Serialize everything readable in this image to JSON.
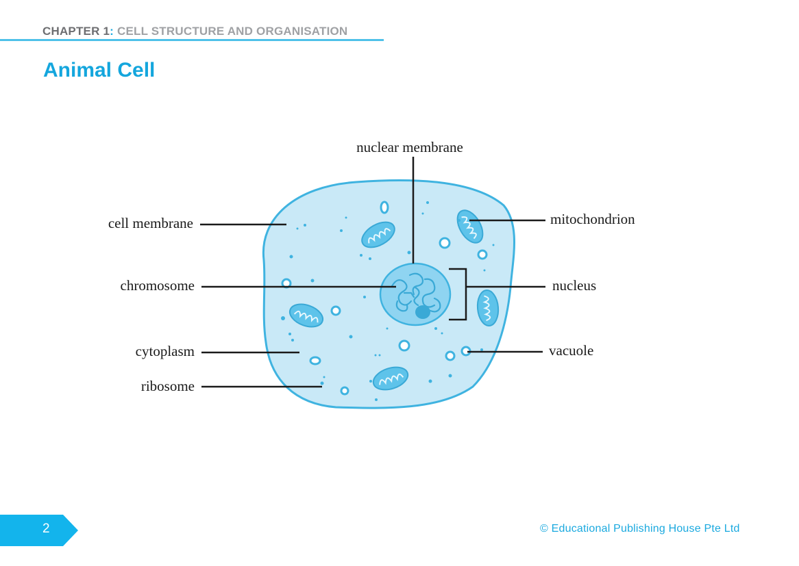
{
  "header": {
    "chapter": "CHAPTER 1",
    "separator": ":",
    "subtitle": "CELL STRUCTURE AND ORGANISATION"
  },
  "title": "Animal Cell",
  "diagram": {
    "labels": {
      "nuclear_membrane": "nuclear membrane",
      "cell_membrane": "cell membrane",
      "mitochondrion": "mitochondrion",
      "chromosome": "chromosome",
      "nucleus": "nucleus",
      "cytoplasm": "cytoplasm",
      "vacuole": "vacuole",
      "ribosome": "ribosome"
    },
    "colors": {
      "cell_fill": "#c9e9f7",
      "cell_outline": "#3fb3e0",
      "organelle": "#5ec3ea",
      "label_line": "#1a1a1a"
    }
  },
  "footer": {
    "page_number": "2",
    "copyright": "© Educational Publishing House Pte Ltd",
    "tab_color": "#13b4ec"
  }
}
